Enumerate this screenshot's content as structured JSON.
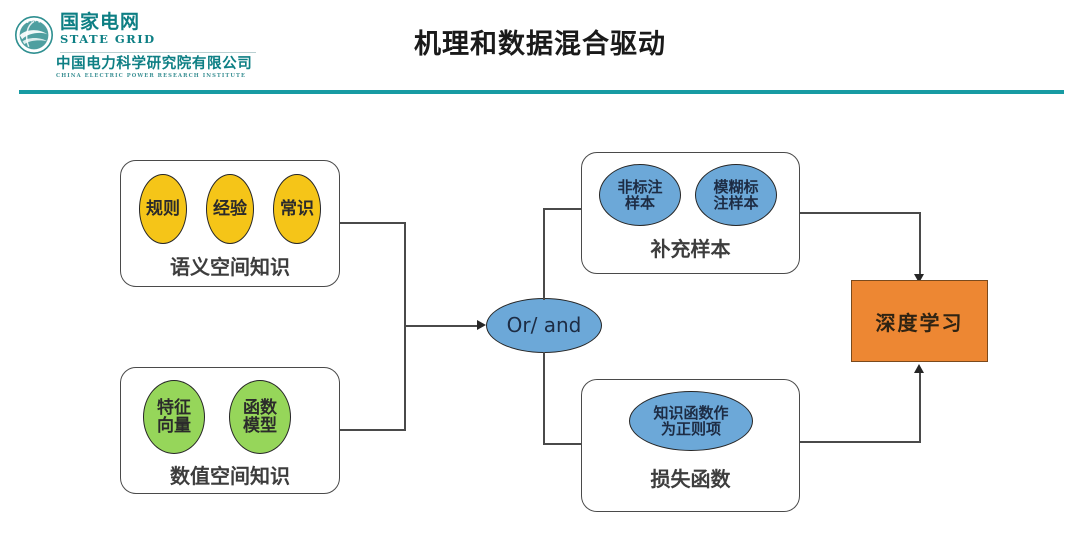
{
  "header": {
    "logo_icon": "state-grid-globe-logo",
    "brand_cn": "国家电网",
    "brand_en": "STATE GRID",
    "institute_cn": "中国电力科学研究院有限公司",
    "institute_en": "CHINA ELECTRIC POWER RESEARCH INSTITUTE",
    "title": "机理和数据混合驱动",
    "rule_color": "#179ba3",
    "brand_color": "#0d7f84"
  },
  "diagram": {
    "semantic_knowledge": {
      "caption": "语义空间知识",
      "fill": "#f5c518",
      "nodes": [
        {
          "label": "规则"
        },
        {
          "label": "经验"
        },
        {
          "label": "常识"
        }
      ]
    },
    "numeric_knowledge": {
      "caption": "数值空间知识",
      "fill": "#96d65a",
      "nodes": [
        {
          "label": "特征向量"
        },
        {
          "label": "函数模型"
        }
      ]
    },
    "junction": {
      "label": "Or/ and",
      "fill": "#6ca8d8"
    },
    "supplementary_samples": {
      "caption": "补充样本",
      "fill": "#6ca8d8",
      "nodes": [
        {
          "label": "非标注样本"
        },
        {
          "label": "模糊标注样本"
        }
      ]
    },
    "loss_function": {
      "caption": "损失函数",
      "fill": "#6ca8d8",
      "nodes": [
        {
          "label": "知识函数作为正则项"
        }
      ]
    },
    "deep_learning": {
      "label": "深度学习",
      "fill": "#ed8733"
    }
  }
}
